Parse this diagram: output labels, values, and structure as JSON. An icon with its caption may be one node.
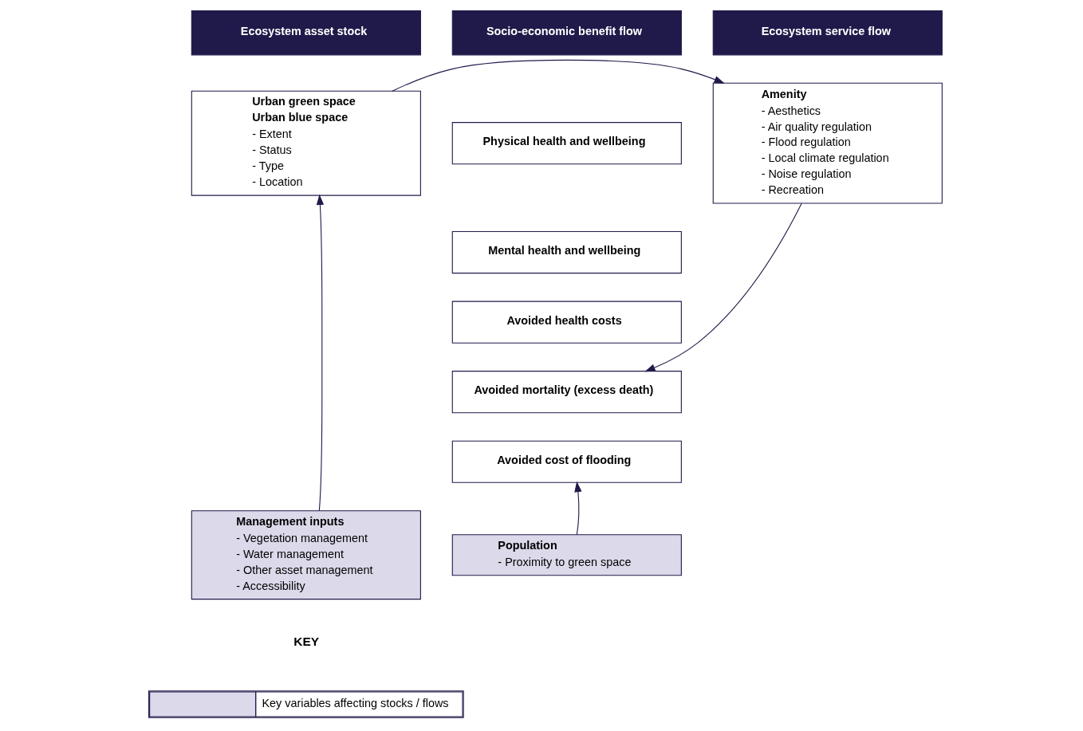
{
  "diagram": {
    "nodes": [
      {
        "text": [
          "Ecosystem asset stock"
        ]
      },
      {
        "text": [
          "Ecosystem service flow"
        ]
      },
      {
        "text": [
          "Socio-economic benefit flow"
        ]
      },
      {
        "text": [
          "Urban green space",
          "Urban blue space",
          "- Extent",
          "- Status",
          "- Type",
          "- Location"
        ]
      },
      {
        "text": [
          "Amenity",
          "- Aesthetics",
          "- Air quality regulation",
          "- Flood regulation",
          "- Local climate regulation",
          "- Noise regulation",
          "- Recreation"
        ]
      },
      {
        "text": [
          "Physical health and wellbeing"
        ]
      },
      {
        "text": [
          "Mental health and wellbeing"
        ]
      },
      {
        "text": [
          "Avoided health costs"
        ]
      },
      {
        "text": [
          "Avoided mortality (excess death)"
        ]
      },
      {
        "text": [
          "Avoided cost of flooding"
        ]
      },
      {
        "text": [
          "Management inputs",
          "- Vegetation management",
          "- Water management",
          "- Other asset management",
          "- Accessibility"
        ]
      },
      {
        "text": [
          "Population",
          "- Proximity to green space"
        ]
      }
    ],
    "edges": [
      {
        "from": 10,
        "to": 3,
        "arrow": "to"
      },
      {
        "from": 3,
        "to": 4,
        "arrow": "to"
      },
      {
        "from": 4,
        "to": 8,
        "arrow": "to"
      },
      {
        "from": 11,
        "to": 9,
        "arrow": "to"
      }
    ],
    "labels": [
      "KEY"
    ],
    "legend": [
      {
        "text": "Key variables affecting stocks / flows",
        "color": "#dcd9ea"
      }
    ]
  }
}
